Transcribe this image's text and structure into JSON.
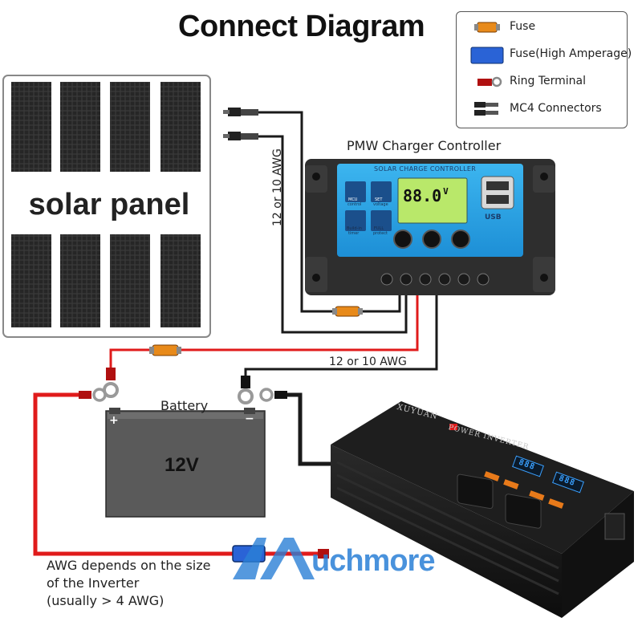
{
  "title": "Connect Diagram",
  "legend": {
    "items": [
      {
        "label": "Fuse",
        "icon": "fuse-icon"
      },
      {
        "label": "Fuse(High Amperage)",
        "icon": "high-amperage-fuse-icon"
      },
      {
        "label": "Ring Terminal",
        "icon": "ring-terminal-icon"
      },
      {
        "label": "MC4 Connectors",
        "icon": "mc4-connector-icon"
      }
    ]
  },
  "solar_panel": {
    "label": "solar panel"
  },
  "controller": {
    "title": "PMW Charger Controller",
    "header": "SOLAR CHARGE CONTROLLER",
    "lcd": "88.0",
    "lcd_unit": "V",
    "usb_label": "USB",
    "mcu": "MCU",
    "mcu_sub": "control",
    "set": "SET",
    "set_sub": "voltage",
    "buildin": "Build-in",
    "buildin_sub": "timer",
    "full": "FULL",
    "full_sub": "protect"
  },
  "wires": {
    "awg_vertical": "12 or 10 AWG",
    "awg_horizontal": "12 or 10 AWG"
  },
  "battery": {
    "title": "Battery",
    "voltage": "12V",
    "plus": "+",
    "minus": "−"
  },
  "inverter": {
    "brand": "XUYUAN",
    "model": "POWER INVERTER",
    "display_1": "888",
    "display_2": "888"
  },
  "note": {
    "line1": "AWG depends on the size",
    "line2": "of the Inverter",
    "line3": "(usually  > 4 AWG)"
  },
  "watermark": "uchmore",
  "colors": {
    "wire_red": "#e01b1b",
    "wire_black": "#1a1a1a",
    "fuse_orange": "#e88a1a",
    "fuse_blue": "#2a63d6",
    "controller_blue": "#2aa6e6",
    "controller_body": "#2e2e2e",
    "panel_cell": "#333333"
  }
}
